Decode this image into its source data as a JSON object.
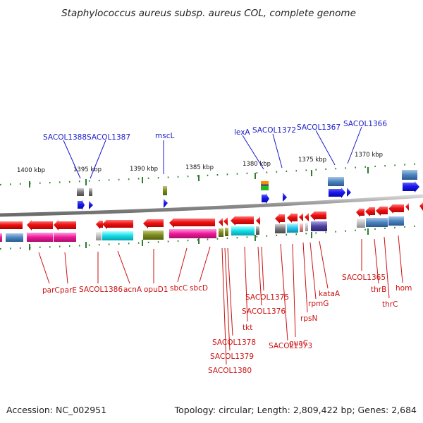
{
  "title": "Staphylococcus aureus subsp. aureus COL, complete genome",
  "footer": {
    "accession": "Accession: NC_002951",
    "summary": "Topology: circular; Length: 2,809,422 bp; Genes: 2,684"
  },
  "colors": {
    "forward_gene": "#1a1aee",
    "reverse_gene": "#ee1111",
    "top_label": "#1a1acc",
    "bottom_label": "#cc1111",
    "backbone": "#8c8c8c",
    "tick": "#2e7d2e"
  },
  "ruler_labels": [
    "1400 kbp",
    "1395 kbp",
    "1390 kbp",
    "1385 kbp",
    "1380 kbp",
    "1375 kbp",
    "1370 kbp"
  ],
  "top_genes": [
    "SACOL1388",
    "SACOL1387",
    "mscL",
    "lexA",
    "SACOL1372",
    "SACOL1367",
    "SACOL1366"
  ],
  "bottom_genes": [
    "parC",
    "parE",
    "SACOL1386",
    "acnA",
    "opuD1",
    "sbcC",
    "sbcD",
    "SACOL1375",
    "SACOL1376",
    "tkt",
    "SACOL1378",
    "SACOL1379",
    "SACOL1380",
    "guaC",
    "SACOL1373",
    "rpsN",
    "rpmG",
    "kataA",
    "SACOL1365",
    "thrB",
    "thrC",
    "hom"
  ]
}
